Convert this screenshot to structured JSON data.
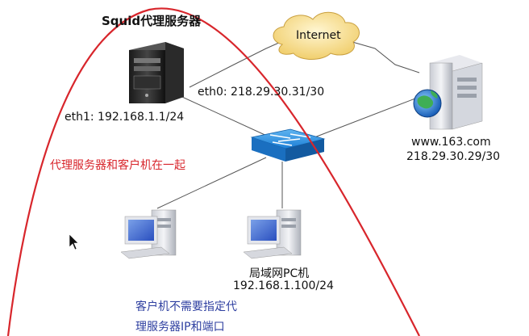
{
  "proxy_server": {
    "title": "Squid代理服务器",
    "eth1": "eth1: 192.168.1.1/24",
    "eth0": "eth0: 218.29.30.31/30"
  },
  "internet": {
    "label": "Internet"
  },
  "web_server": {
    "host": "www.163.com",
    "ip": "218.29.30.29/30"
  },
  "lan_client": {
    "label": "局域网PC机",
    "ip": "192.168.1.100/24"
  },
  "notes": {
    "together": "代理服务器和客户机在一起",
    "no_config_line1": "客户机不需要指定代",
    "no_config_line2": "理服务器IP和端口"
  },
  "colors": {
    "annotation_curve": "#d8262c",
    "note_red": "#d8262c",
    "note_blue": "#2e3fa0",
    "switch": "#1d7fd6",
    "cloud": "#f6dc8c"
  },
  "icons": [
    "server-tower-icon",
    "cloud-icon",
    "web-server-globe-icon",
    "network-switch-icon",
    "pc-icon",
    "mouse-cursor-icon"
  ]
}
